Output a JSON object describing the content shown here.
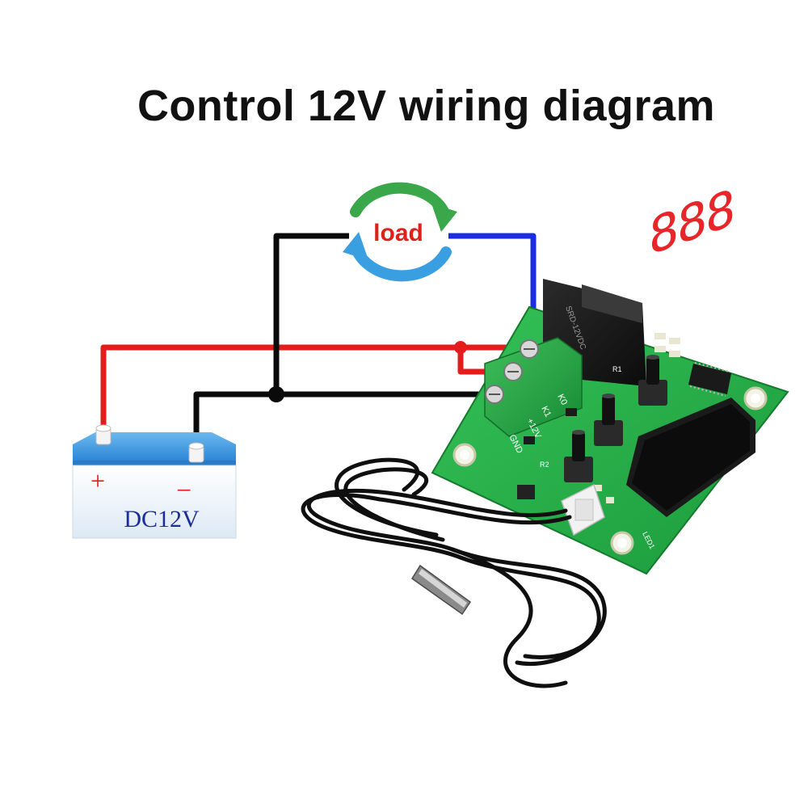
{
  "title": "Control 12V wiring diagram",
  "load": {
    "label": "load",
    "label_color": "#e0201b",
    "arrow_colors": [
      "#3aa84a",
      "#3a9fe0"
    ]
  },
  "battery": {
    "plus_label": "+",
    "minus_label": "−",
    "voltage_label": "DC12V"
  },
  "pcb": {
    "labels": [
      "K0",
      "K1",
      "+12V",
      "GND",
      "R2",
      "R1",
      "LED1"
    ],
    "display_digits": [
      "8",
      "8",
      "8"
    ]
  },
  "colors": {
    "wire_positive": "#e51c1c",
    "wire_negative": "#0a0a0a",
    "wire_load_return": "#1b2de0",
    "battery_top": "#2f8fdc",
    "battery_body": "#eef5fb",
    "pcb_green": "#22a845",
    "terminal_green": "#1f9a3c",
    "display_red": "#e8262a"
  }
}
